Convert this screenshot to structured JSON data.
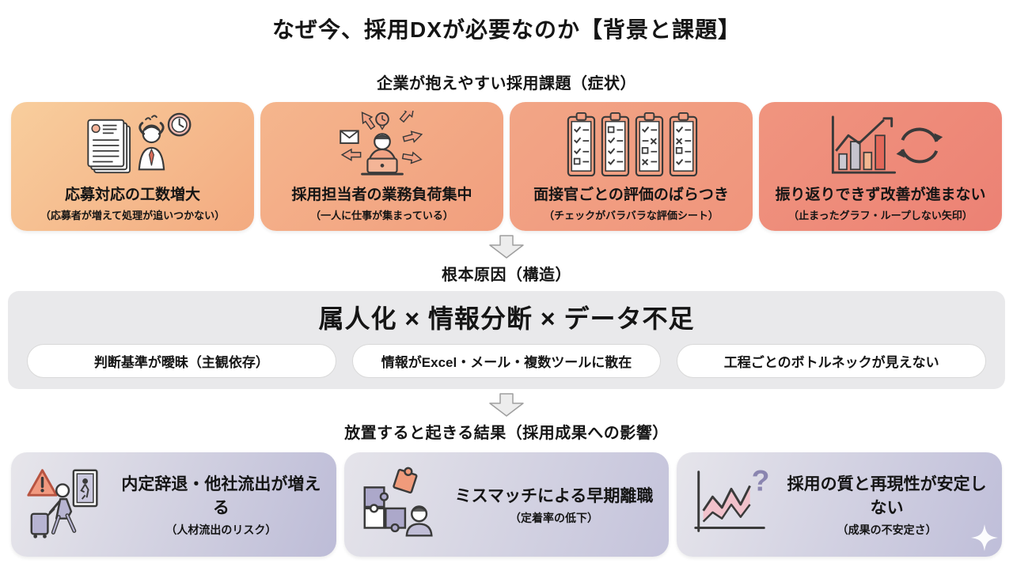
{
  "page": {
    "title": "なぜ今、採用DXが必要なのか【背景と課題】"
  },
  "sections": {
    "symptoms": {
      "heading": "企業が抱えやすい採用課題（症状）",
      "cards": [
        {
          "title": "応募対応の工数増大",
          "subtitle": "（応募者が増えて処理が追いつかない）",
          "icon": "resume-stack-overwhelmed-person-clock-icon"
        },
        {
          "title": "採用担当者の業務負荷集中",
          "subtitle": "（一人に仕事が集まっている）",
          "icon": "person-laptop-radiating-arrows-icon"
        },
        {
          "title": "面接官ごとの評価のばらつき",
          "subtitle": "（チェックがバラバラな評価シート）",
          "icon": "four-clipboards-checklists-icon"
        },
        {
          "title": "振り返りできず改善が進まない",
          "subtitle": "（止まったグラフ・ループしない矢印）",
          "icon": "bar-chart-loop-arrows-icon"
        }
      ]
    },
    "root_cause": {
      "heading": "根本原因（構造）",
      "main_text": "属人化 × 情報分断 × データ不足",
      "pills": [
        "判断基準が曖昧（主観依存）",
        "情報がExcel・メール・複数ツールに散在",
        "工程ごとのボトルネックが見えない"
      ]
    },
    "consequences": {
      "heading": "放置すると起きる結果（採用成果への影響）",
      "cards": [
        {
          "title": "内定辞退・他社流出が増える",
          "subtitle": "（人材流出のリスク）",
          "icon": "person-leaving-exit-warning-icon"
        },
        {
          "title": "ミスマッチによる早期離職",
          "subtitle": "（定着率の低下）",
          "icon": "mismatched-puzzle-person-icon"
        },
        {
          "title": "採用の質と再現性が安定しない",
          "subtitle": "（成果の不安定さ）",
          "icon": "unstable-chart-question-icon"
        }
      ]
    }
  },
  "colors": {
    "symptom_gradient_start": "#F8CE9D",
    "symptom_gradient_end": "#EC8174",
    "root_box_bg": "#E9E9EB",
    "pill_bg": "#FFFFFF",
    "result_gradient_start": "#E7E6EB",
    "result_gradient_end": "#BDBCD7",
    "icon_salmon": "#F1A284",
    "icon_lavender": "#ACA8CA",
    "ink": "#3A3A3A",
    "text": "#151515"
  }
}
